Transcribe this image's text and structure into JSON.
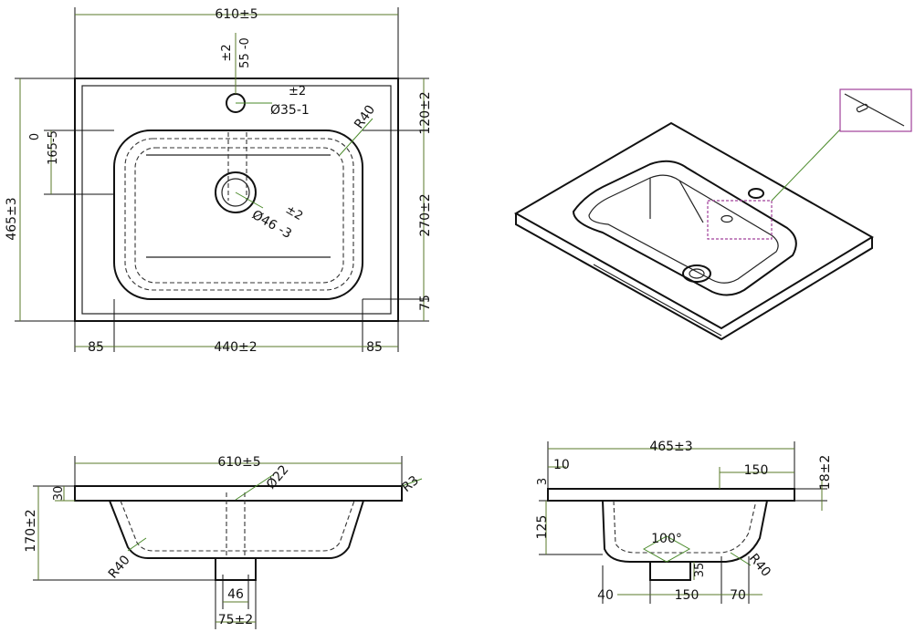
{
  "top_view": {
    "width": "610±5",
    "hole_tol": "±2",
    "hole_offset": "55 -0",
    "tap_tol": "±2",
    "tap_hole": "Ø35-1",
    "corner": "R40",
    "height_tol_top": "0",
    "height_part": "165-5",
    "overall_height": "465±3",
    "drain_tol": "±2",
    "drain_hole": "Ø46 -3",
    "right_top": "120±2",
    "right_mid": "270±2",
    "right_bot": "75",
    "bottom_left": "85",
    "bottom_mid": "440±2",
    "bottom_right": "85"
  },
  "front_view": {
    "width": "610±5",
    "hole": "Ø22",
    "edge_radius": "R3",
    "height": "170±2",
    "rim": "30",
    "corner": "R40",
    "drain_inner": "46",
    "drain_outer": "75±2"
  },
  "side_view": {
    "depth": "465±3",
    "rim": "10",
    "top_gap": "3",
    "tap_zone": "150",
    "thickness": "18±2",
    "bowl_depth": "125",
    "angle": "100°",
    "drain_depth": "35",
    "corner": "R40",
    "bottom_left": "40",
    "bottom_mid": "150",
    "bottom_right": "70"
  }
}
